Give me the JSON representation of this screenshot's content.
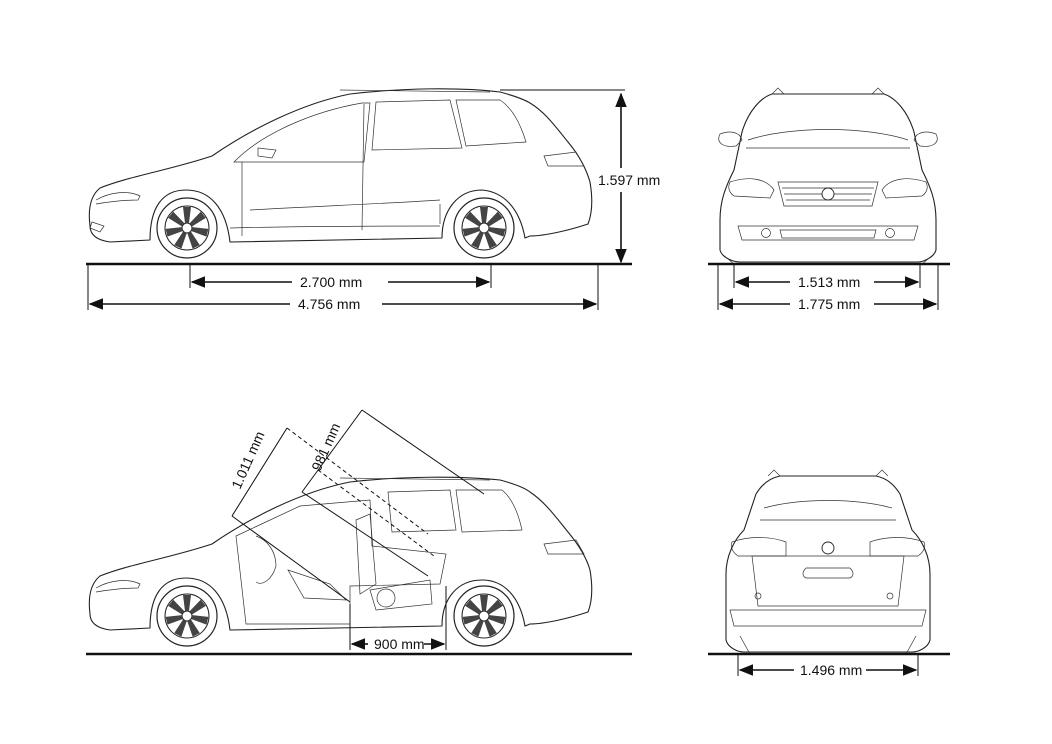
{
  "dimensions": {
    "height": "1.597 mm",
    "wheelbase": "2.700 mm",
    "length": "4.756 mm",
    "front_track": "1.513 mm",
    "width": "1.775 mm",
    "rear_track": "1.496 mm",
    "front_headroom": "1.011 mm",
    "rear_headroom": "981 mm",
    "legroom": "900 mm"
  },
  "colors": {
    "ink": "#111111",
    "background": "#ffffff"
  }
}
